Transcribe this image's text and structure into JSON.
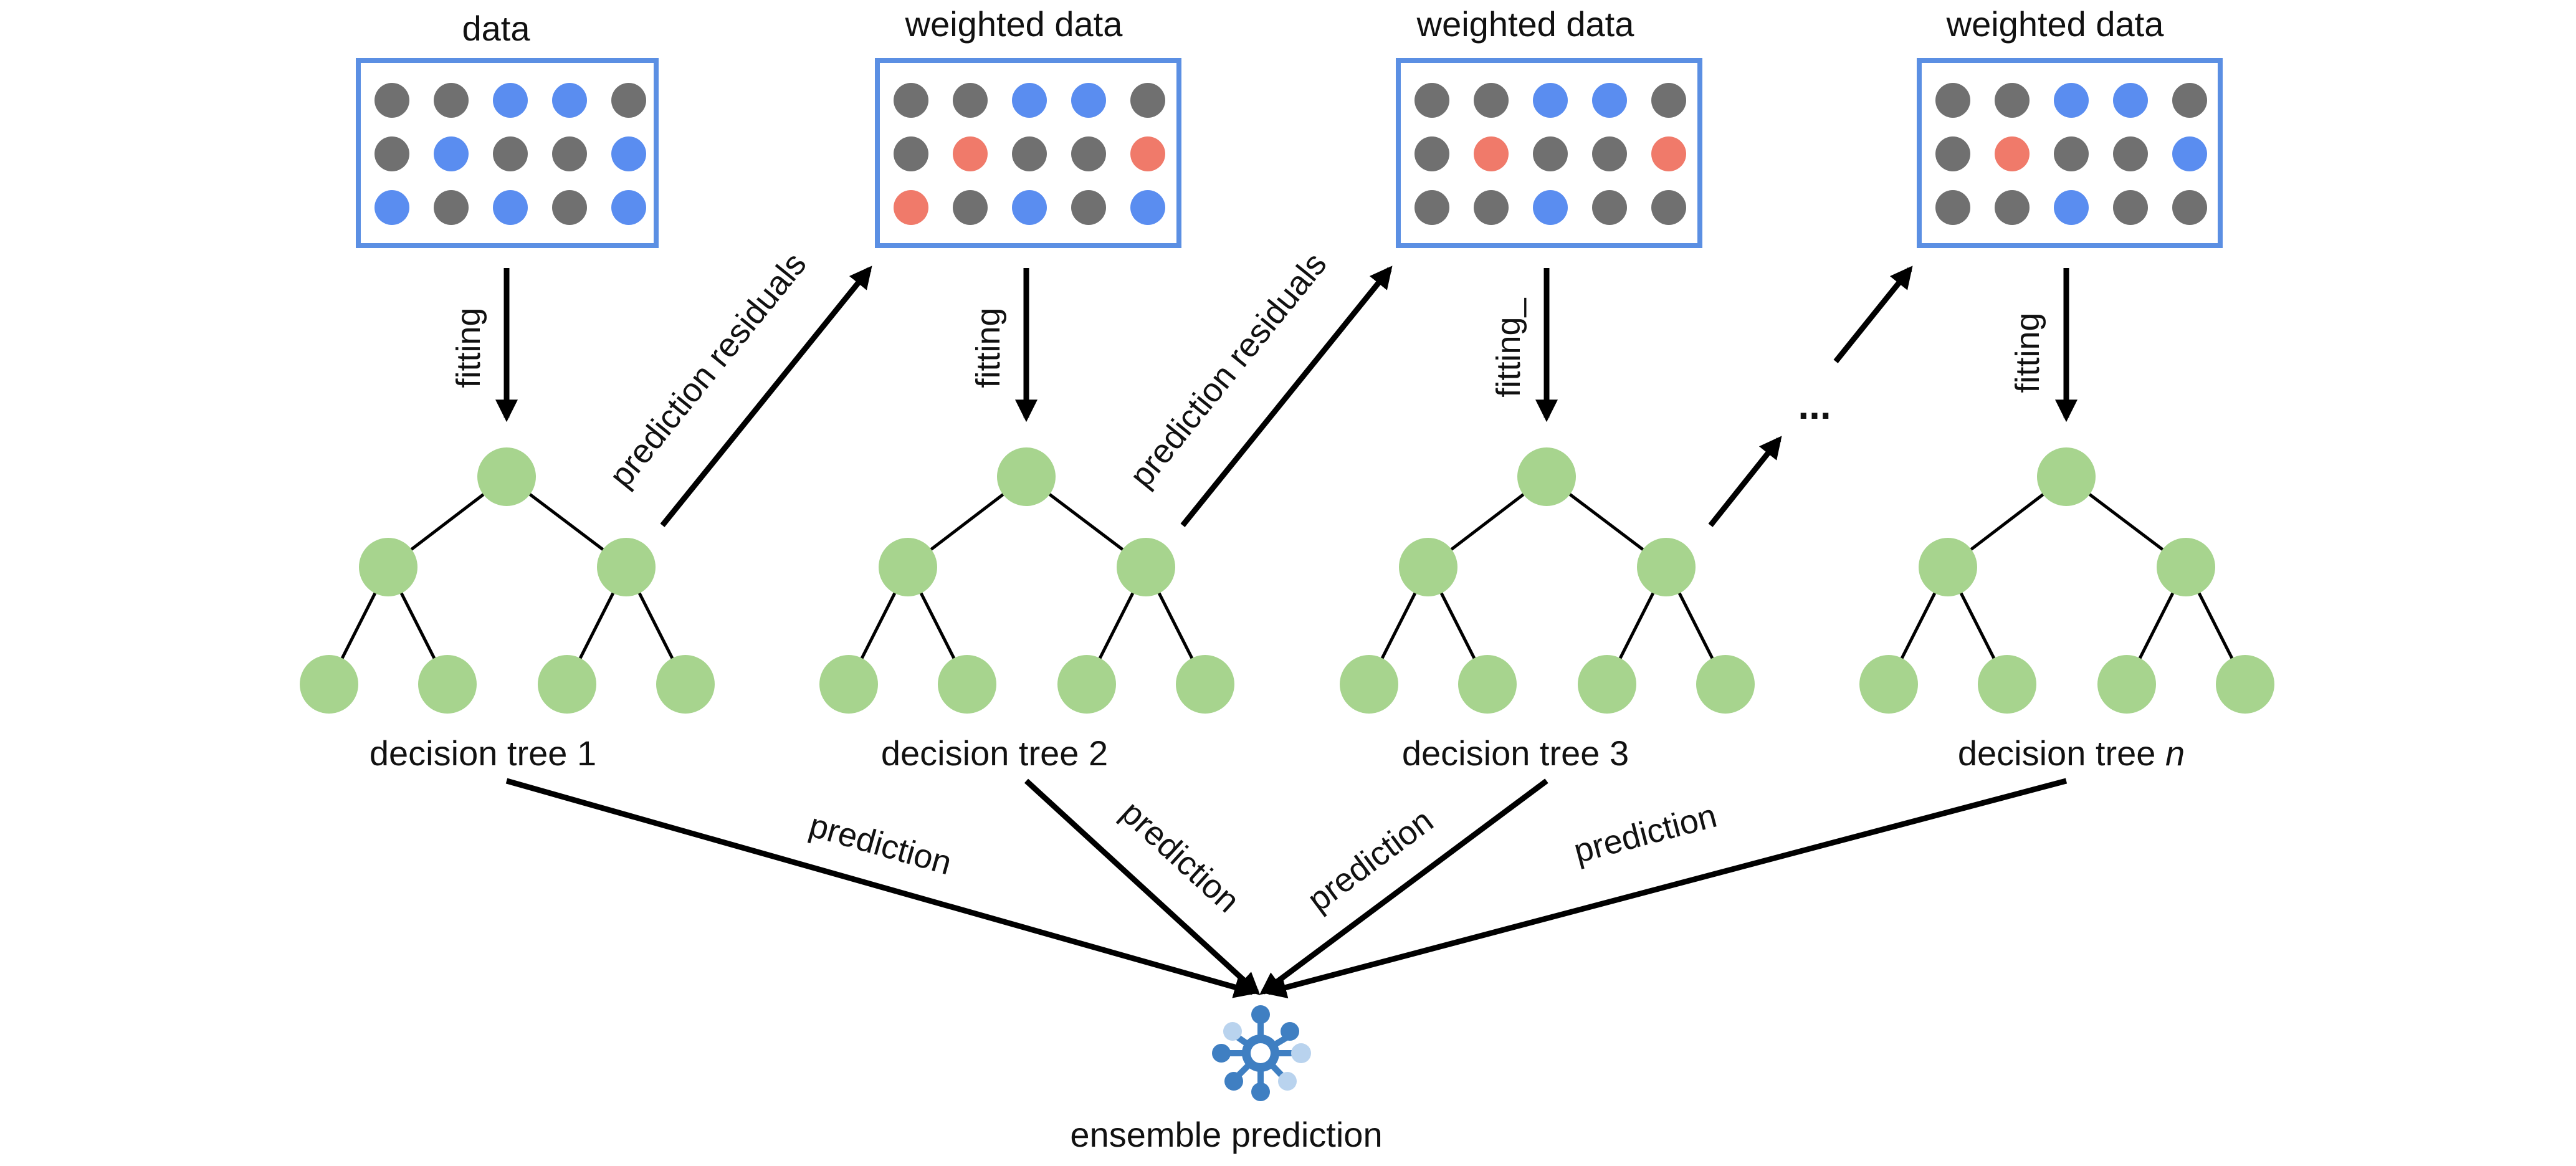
{
  "colors": {
    "box_border": "#5b8fe3",
    "dot_gray": "#707070",
    "dot_blue": "#5a8df0",
    "dot_red": "#f07a6a",
    "tree_node": "#a7d48e",
    "line": "#000000",
    "ensemble_icon": "#3f7fc2",
    "ensemble_icon_light": "#b9d3ee"
  },
  "stages": [
    {
      "title": "data",
      "fit_label": "fitting",
      "tree_label": "decision tree 1",
      "tree_label_italic": "",
      "dots": [
        [
          "gray",
          "gray",
          "blue",
          "blue",
          "gray"
        ],
        [
          "gray",
          "blue",
          "gray",
          "gray",
          "blue"
        ],
        [
          "blue",
          "gray",
          "blue",
          "gray",
          "blue"
        ]
      ]
    },
    {
      "title": "weighted data",
      "fit_label": "fitting",
      "tree_label": "decision tree 2",
      "tree_label_italic": "",
      "dots": [
        [
          "gray",
          "gray",
          "blue",
          "blue",
          "gray"
        ],
        [
          "gray",
          "red",
          "gray",
          "gray",
          "red"
        ],
        [
          "red",
          "gray",
          "blue",
          "gray",
          "blue"
        ]
      ]
    },
    {
      "title": "weighted data",
      "fit_label": "fitting_",
      "tree_label": "decision tree 3",
      "tree_label_italic": "",
      "dots": [
        [
          "gray",
          "gray",
          "blue",
          "blue",
          "gray"
        ],
        [
          "gray",
          "red",
          "gray",
          "gray",
          "red"
        ],
        [
          "gray",
          "gray",
          "blue",
          "gray",
          "gray"
        ]
      ]
    },
    {
      "title": "weighted data",
      "fit_label": "fitting",
      "tree_label": "decision tree ",
      "tree_label_italic": "n",
      "dots": [
        [
          "gray",
          "gray",
          "blue",
          "blue",
          "gray"
        ],
        [
          "gray",
          "red",
          "gray",
          "gray",
          "blue"
        ],
        [
          "gray",
          "gray",
          "blue",
          "gray",
          "gray"
        ]
      ]
    }
  ],
  "residual_label": "prediction residuals",
  "ellipsis": "...",
  "prediction_label": "prediction",
  "ensemble_label": "ensemble prediction",
  "ensemble_icon": "network-hub-icon"
}
